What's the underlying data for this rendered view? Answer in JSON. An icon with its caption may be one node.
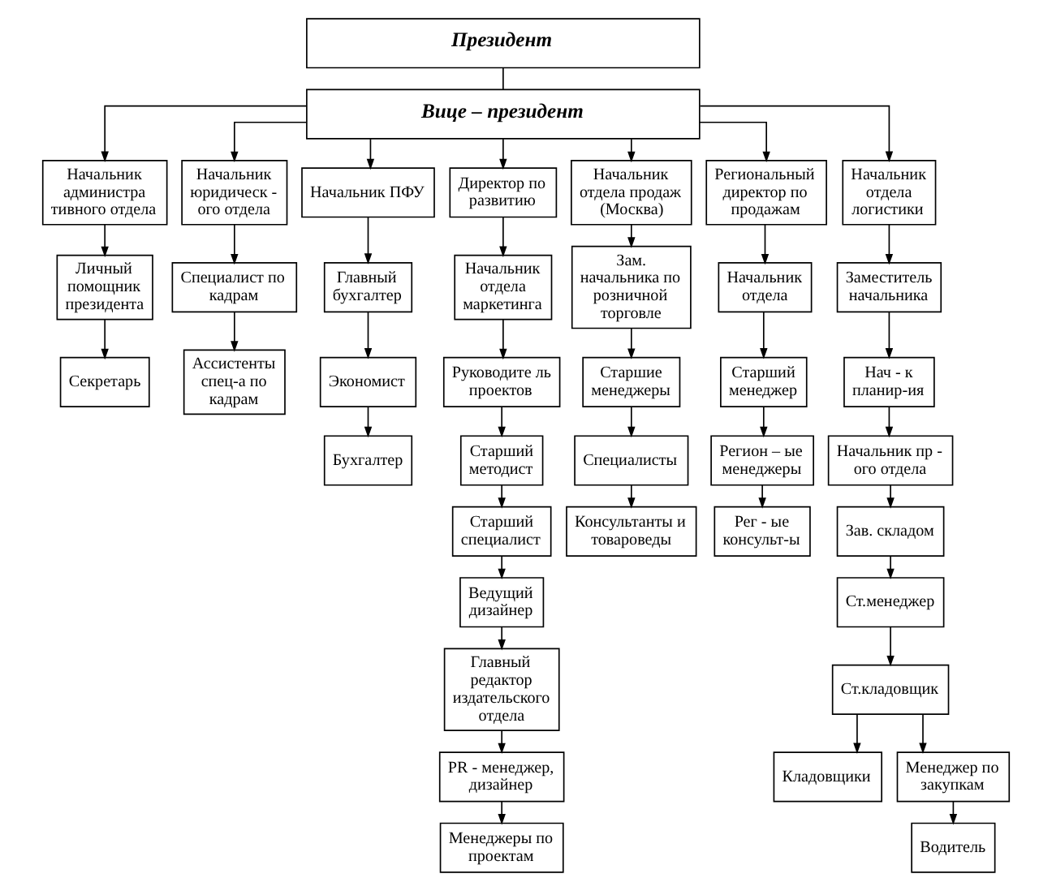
{
  "diagram": {
    "nodes": [
      {
        "text": [
          "Президент"
        ]
      },
      {
        "text": [
          "Вице – президент"
        ]
      },
      {
        "text": [
          "Начальник администра тивного отдела"
        ]
      },
      {
        "text": [
          "Личный помощник президента"
        ]
      },
      {
        "text": [
          "Секретарь"
        ]
      },
      {
        "text": [
          "Начальник юридическ - ого отдела"
        ]
      },
      {
        "text": [
          "Специалист по кадрам"
        ]
      },
      {
        "text": [
          "Ассистенты спец-а по кадрам"
        ]
      },
      {
        "text": [
          "Начальник ПФУ"
        ]
      },
      {
        "text": [
          "Главный бухгалтер"
        ]
      },
      {
        "text": [
          "Экономист"
        ]
      },
      {
        "text": [
          "Бухгалтер"
        ]
      },
      {
        "text": [
          "Директор по развитию"
        ]
      },
      {
        "text": [
          "Начальник отдела маркетинга"
        ]
      },
      {
        "text": [
          "Руководите ль проектов"
        ]
      },
      {
        "text": [
          "Старший методист"
        ]
      },
      {
        "text": [
          "Старший специалист"
        ]
      },
      {
        "text": [
          "Ведущий дизайнер"
        ]
      },
      {
        "text": [
          "Главный редактор издательского отдела"
        ]
      },
      {
        "text": [
          "PR - менеджер, дизайнер"
        ]
      },
      {
        "text": [
          "Менеджеры по проектам"
        ]
      },
      {
        "text": [
          "Начальник отдела продаж (Москва)"
        ]
      },
      {
        "text": [
          "Зам. начальника по розничной торговле"
        ]
      },
      {
        "text": [
          "Старшие менеджеры"
        ]
      },
      {
        "text": [
          "Специалисты"
        ]
      },
      {
        "text": [
          "Консультанты и товароведы"
        ]
      },
      {
        "text": [
          "Региональный директор по продажам"
        ]
      },
      {
        "text": [
          "Начальник отдела"
        ]
      },
      {
        "text": [
          "Старший менеджер"
        ]
      },
      {
        "text": [
          "Регион – ые менеджеры"
        ]
      },
      {
        "text": [
          "Рег - ые консульт-ы"
        ]
      },
      {
        "text": [
          "Начальник отдела логистики"
        ]
      },
      {
        "text": [
          "Заместитель начальника"
        ]
      },
      {
        "text": [
          "Нач - к планир-ия"
        ]
      },
      {
        "text": [
          "Начальник пр - ого отдела"
        ]
      },
      {
        "text": [
          "Зав. складом"
        ]
      },
      {
        "text": [
          "Ст.менеджер"
        ]
      },
      {
        "text": [
          "Ст.кладовщик"
        ]
      },
      {
        "text": [
          "Кладовщики"
        ]
      },
      {
        "text": [
          "Менеджер по закупкам"
        ]
      },
      {
        "text": [
          "Водитель"
        ]
      }
    ],
    "edges": [
      {
        "from": 0,
        "to": 1,
        "arrow": "none"
      },
      {
        "from": 1,
        "to": 2,
        "arrow": "to"
      },
      {
        "from": 1,
        "to": 5,
        "arrow": "to"
      },
      {
        "from": 1,
        "to": 8,
        "arrow": "to"
      },
      {
        "from": 1,
        "to": 12,
        "arrow": "to"
      },
      {
        "from": 1,
        "to": 21,
        "arrow": "to"
      },
      {
        "from": 1,
        "to": 26,
        "arrow": "to"
      },
      {
        "from": 1,
        "to": 31,
        "arrow": "to"
      },
      {
        "from": 2,
        "to": 3,
        "arrow": "to"
      },
      {
        "from": 3,
        "to": 4,
        "arrow": "to"
      },
      {
        "from": 5,
        "to": 6,
        "arrow": "to"
      },
      {
        "from": 6,
        "to": 7,
        "arrow": "to"
      },
      {
        "from": 8,
        "to": 9,
        "arrow": "to"
      },
      {
        "from": 9,
        "to": 10,
        "arrow": "to"
      },
      {
        "from": 10,
        "to": 11,
        "arrow": "to"
      },
      {
        "from": 12,
        "to": 13,
        "arrow": "to"
      },
      {
        "from": 13,
        "to": 14,
        "arrow": "to"
      },
      {
        "from": 14,
        "to": 15,
        "arrow": "to"
      },
      {
        "from": 15,
        "to": 16,
        "arrow": "to"
      },
      {
        "from": 16,
        "to": 17,
        "arrow": "to"
      },
      {
        "from": 17,
        "to": 18,
        "arrow": "to"
      },
      {
        "from": 18,
        "to": 19,
        "arrow": "to"
      },
      {
        "from": 19,
        "to": 20,
        "arrow": "to"
      },
      {
        "from": 21,
        "to": 22,
        "arrow": "to"
      },
      {
        "from": 22,
        "to": 23,
        "arrow": "to"
      },
      {
        "from": 23,
        "to": 24,
        "arrow": "to"
      },
      {
        "from": 24,
        "to": 25,
        "arrow": "to"
      },
      {
        "from": 26,
        "to": 27,
        "arrow": "to"
      },
      {
        "from": 27,
        "to": 28,
        "arrow": "to"
      },
      {
        "from": 28,
        "to": 29,
        "arrow": "to"
      },
      {
        "from": 29,
        "to": 30,
        "arrow": "to"
      },
      {
        "from": 31,
        "to": 32,
        "arrow": "to"
      },
      {
        "from": 32,
        "to": 33,
        "arrow": "to"
      },
      {
        "from": 33,
        "to": 34,
        "arrow": "to"
      },
      {
        "from": 34,
        "to": 35,
        "arrow": "to"
      },
      {
        "from": 35,
        "to": 36,
        "arrow": "to"
      },
      {
        "from": 36,
        "to": 37,
        "arrow": "to"
      },
      {
        "from": 37,
        "to": 38,
        "arrow": "to"
      },
      {
        "from": 37,
        "to": 39,
        "arrow": "to"
      },
      {
        "from": 39,
        "to": 40,
        "arrow": "to"
      }
    ]
  }
}
